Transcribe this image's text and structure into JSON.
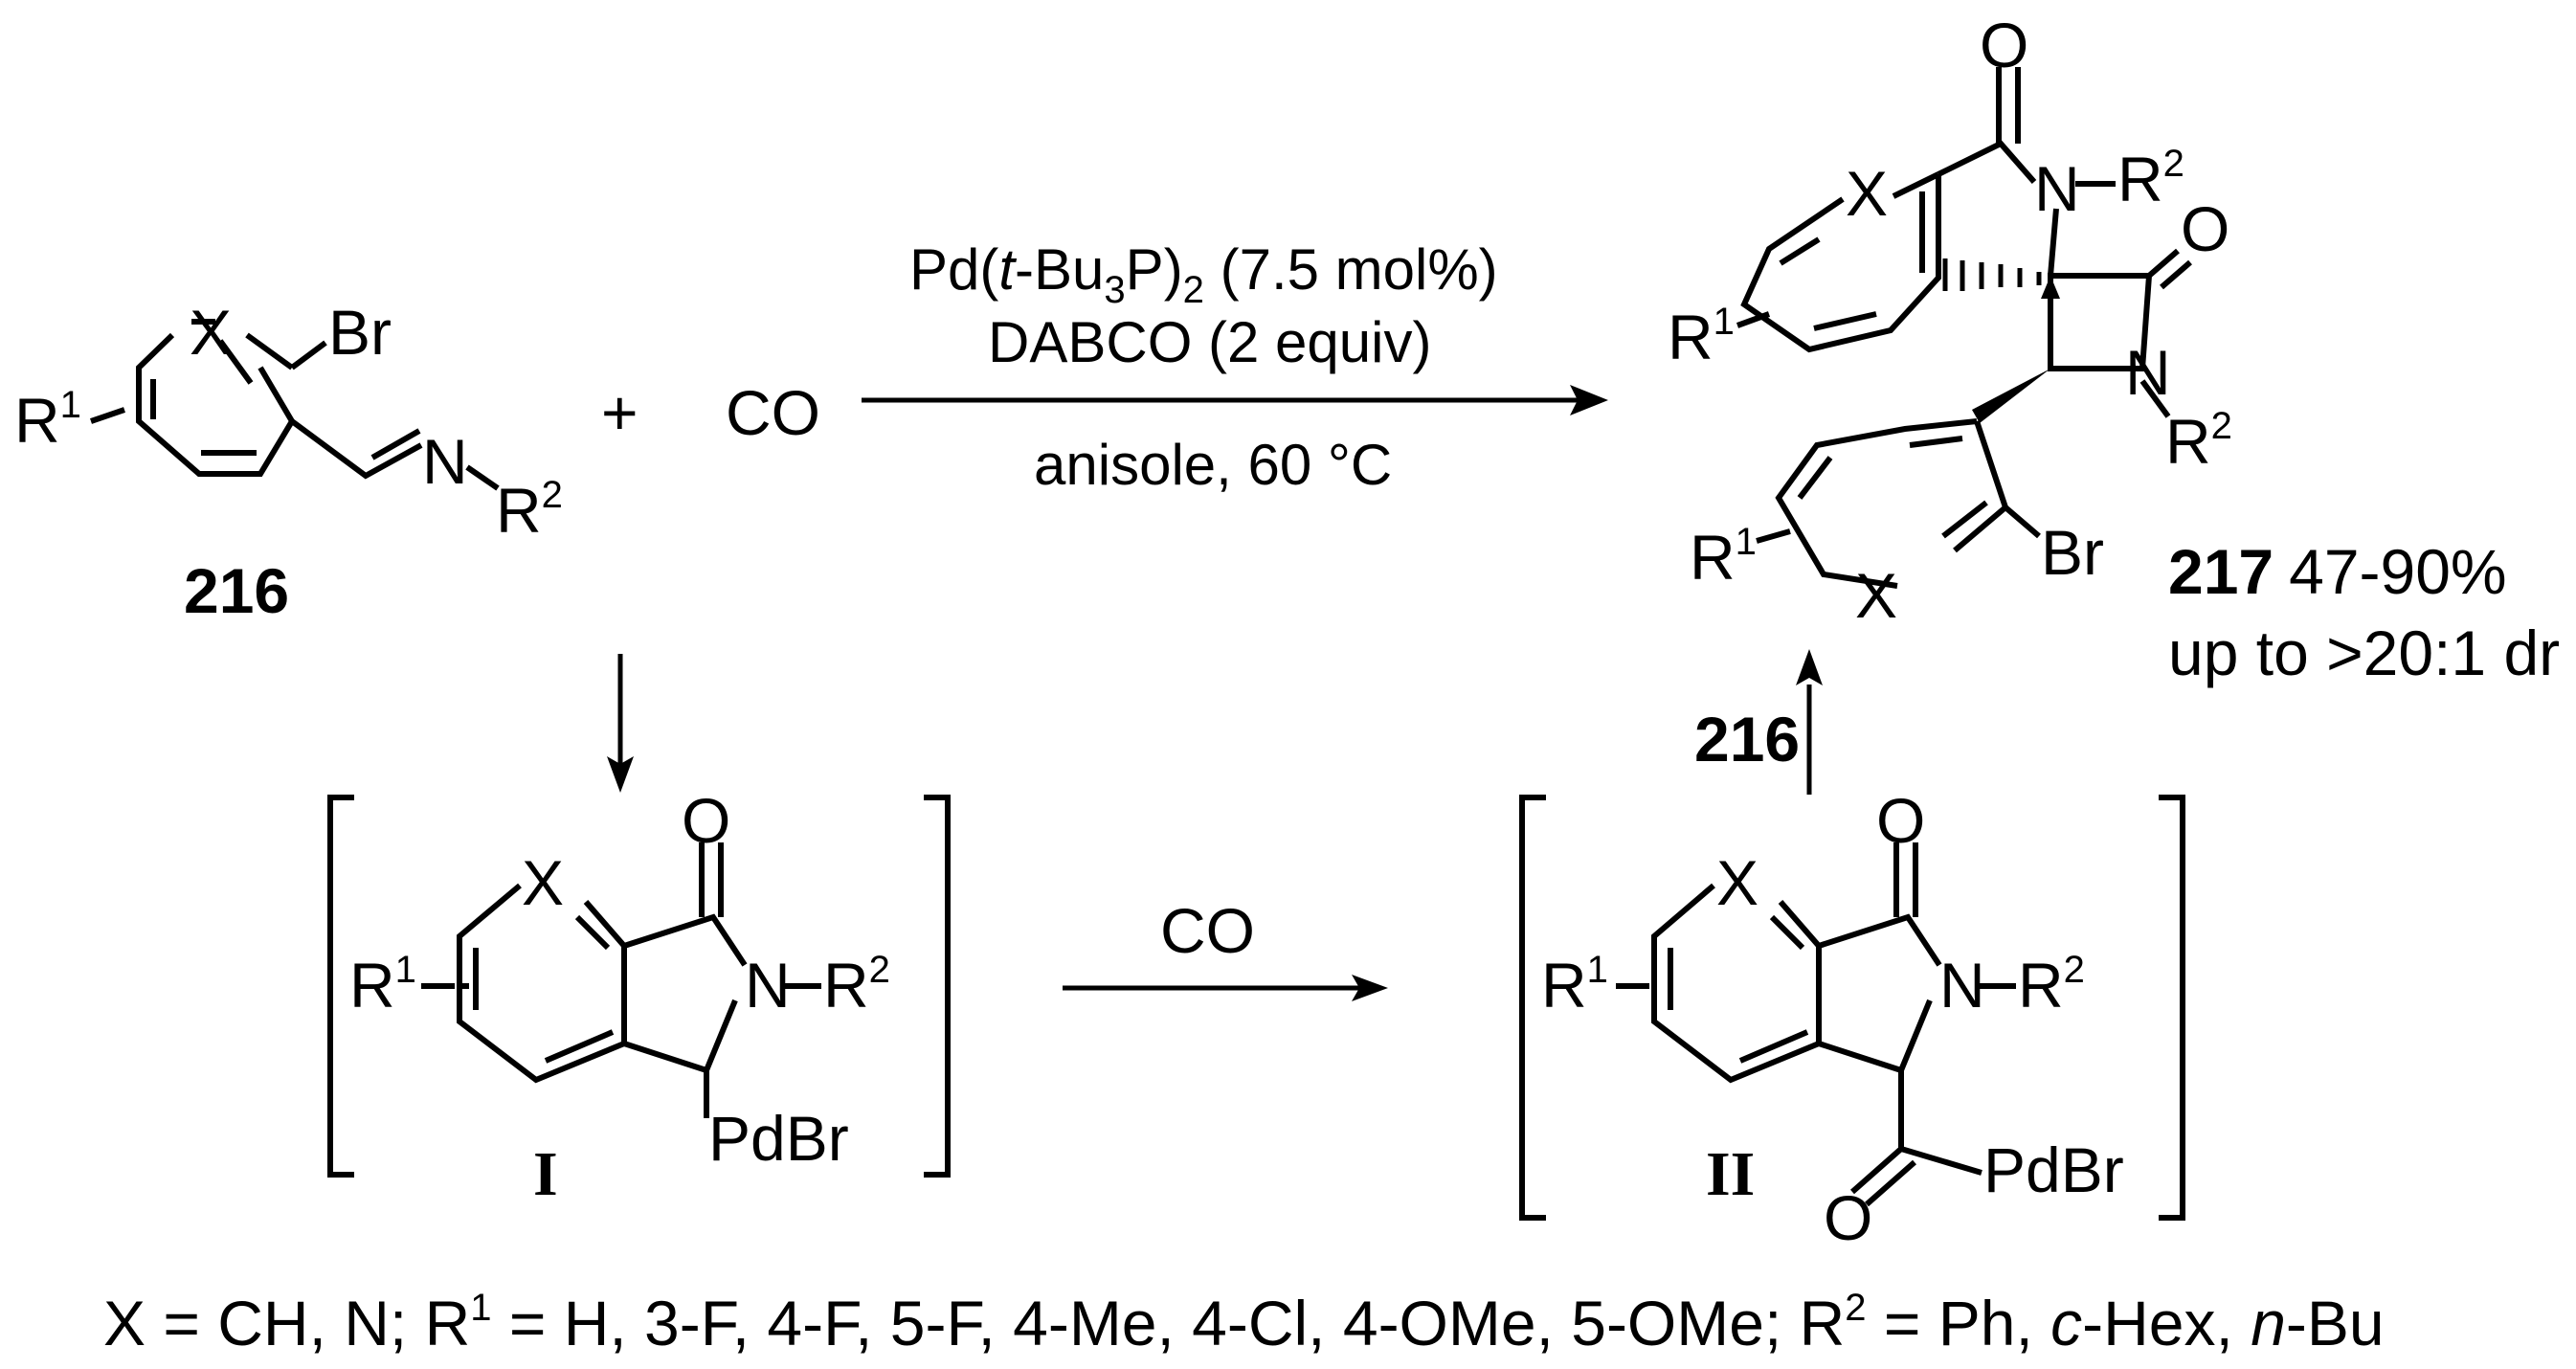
{
  "compounds": {
    "start_label": "216",
    "product_label": "217",
    "product_yield": "47-90%",
    "product_dr": "up to >20:1 dr",
    "intermediate1_label": "I",
    "intermediate2_label": "II",
    "side_reactant_label": "216"
  },
  "reagents": {
    "plus": "+",
    "co": "CO",
    "catalyst_pre": "Pd(",
    "catalyst_t": "t",
    "catalyst_mid": "-Bu",
    "catalyst_sub3": "3",
    "catalyst_p": "P)",
    "catalyst_sub2": "2",
    "catalyst_post": " (7.5 mol%)",
    "base": "DABCO (2 equiv)",
    "conditions": "anisole, 60 °C",
    "step_co": "CO"
  },
  "atoms": {
    "X": "X",
    "Br": "Br",
    "N": "N",
    "O": "O",
    "R": "R",
    "sup1": "1",
    "sup2": "2",
    "PdBr": "PdBr"
  },
  "footnote": {
    "p1": "X = CH, N; R",
    "s1": "1",
    "p2": " = H, 3-F, 4-F, 5-F, 4-Me, 4-Cl, 4-OMe, 5-OMe; R",
    "s2": "2",
    "p3": " = Ph, ",
    "i1": "c",
    "p4": "-Hex, ",
    "i2": "n",
    "p5": "-Bu"
  }
}
